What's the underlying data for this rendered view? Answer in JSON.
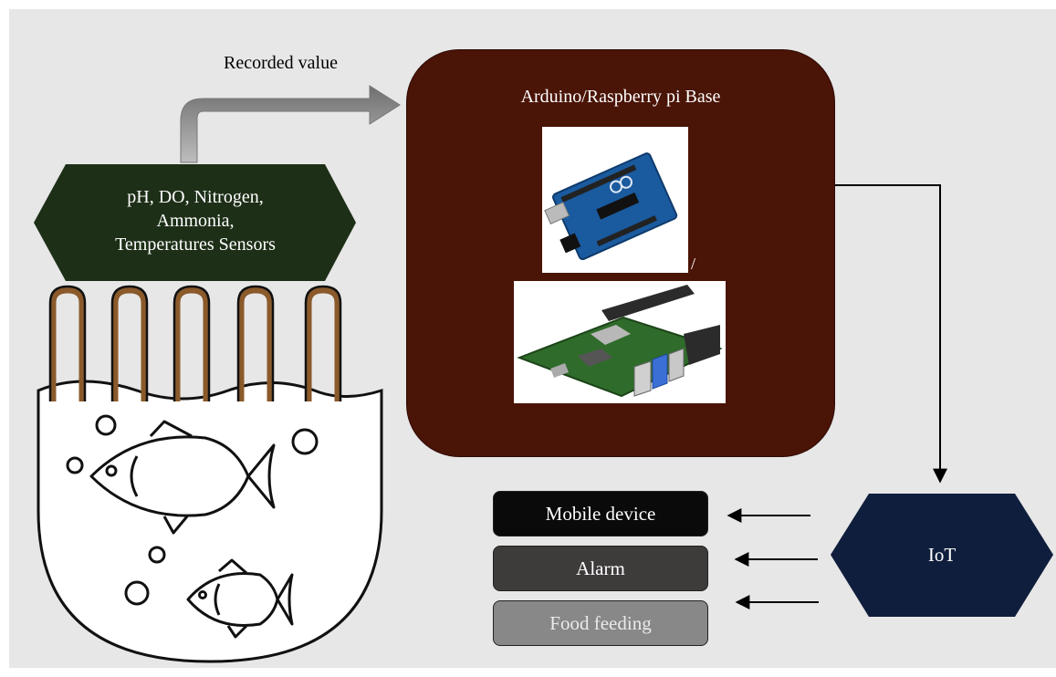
{
  "sensor": {
    "line1": "pH, DO, Nitrogen,",
    "line2": "Ammonia,",
    "line3": "Temperatures Sensors"
  },
  "arrow_label": "Recorded value",
  "base": {
    "title": "Arduino/Raspberry pi Base",
    "separator": "/"
  },
  "iot": {
    "label": "IoT"
  },
  "outputs": [
    {
      "label": "Mobile device"
    },
    {
      "label": "Alarm"
    },
    {
      "label": "Food feeding"
    }
  ],
  "colors": {
    "background": "#e7e7e7",
    "sensor_fill": "#1e2f18",
    "base_fill": "#4a1407",
    "iot_fill": "#0f1e3c",
    "probe": "#8b5a2b",
    "arrow_gray": "#8a8a8a"
  }
}
